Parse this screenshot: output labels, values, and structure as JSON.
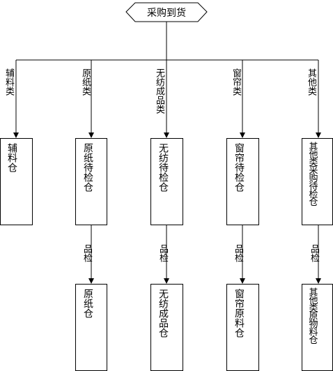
{
  "start": {
    "label": "采购到货"
  },
  "branches": [
    {
      "label": "辅料类",
      "stage1": "辅料仓",
      "inspection": "",
      "stage2": ""
    },
    {
      "label": "原纸类",
      "stage1": "原纸待检仓",
      "inspection": "品检",
      "stage2": "原纸仓"
    },
    {
      "label": "无纺成品类",
      "stage1": "无纺待检仓",
      "inspection": "品检",
      "stage2": "无纺成品仓"
    },
    {
      "label": "窗帘类",
      "stage1": "窗帘待检仓",
      "inspection": "品检",
      "stage2": "窗帘原料仓"
    },
    {
      "label": "其他类",
      "stage1": "其他类采购待检仓",
      "inspection": "品检",
      "stage2": "其他类原物料仓"
    }
  ]
}
